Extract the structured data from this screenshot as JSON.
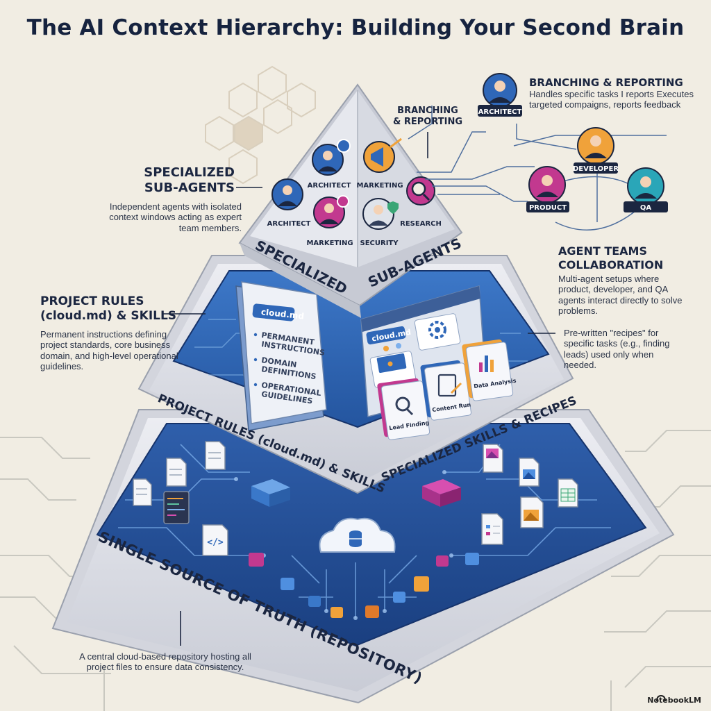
{
  "title": "The AI Context Hierarchy: Building Your Second Brain",
  "callouts": {
    "sub_agents": {
      "heading_line1": "SPECIALIZED",
      "heading_line2": "SUB-AGENTS",
      "desc": "Independent agents with isolated context windows acting as expert team members."
    },
    "branching_left": {
      "line1": "BRANCHING",
      "line2": "& REPORTING"
    },
    "branching_right": {
      "heading": "BRANCHING & REPORTING",
      "desc": "Handles specific tasks I reports Executes targeted compaigns, reports feedback"
    },
    "agent_teams": {
      "heading_line1": "AGENT TEAMS",
      "heading_line2": "COLLABORATION",
      "desc": "Multi-agent setups where product, developer, and QA agents interact directly to solve problems."
    },
    "project_rules": {
      "heading_line1": "PROJECT RULES",
      "heading_line2": "(cloud.md) & SKILLS",
      "desc": "Permanent instructions defining project standards, core business domain, and high-level operational guidelines."
    },
    "recipes": {
      "desc": "Pre-written \"recipes\" for specific tasks (e.g., finding leads) used only when needed."
    },
    "repository": {
      "desc": "A central cloud-based repository hosting all project files to ensure data consistency."
    }
  },
  "tiers": {
    "top_left": "SPECIALIZED",
    "top_right": "SUB-AGENTS",
    "middle_left": "PROJECT RULES (cloud.md) & SKILLS",
    "middle_right": "SPECIALIZED SKILLS & RECIPES",
    "base": "SINGLE SOURCE OF TRUTH (REPOSITORY)"
  },
  "agents": {
    "architect_top": "ARCHITECT",
    "marketing_top": "MARKETING",
    "architect_left": "ARCHITECT",
    "marketing_bottom": "MARKETING",
    "security": "SECURITY",
    "research": "RESEARCH"
  },
  "team": {
    "architect": "ARCHITECT",
    "developer": "DEVELOPER",
    "product": "PRODUCT",
    "qa": "QA"
  },
  "book": {
    "tab": "cloud.md",
    "items": [
      "PERMANENT",
      "INSTRUCTIONS",
      "DOMAIN",
      "DEFINITIONS",
      "OPERATIONAL",
      "GUIDELINES"
    ]
  },
  "panel": {
    "tab": "cloud.md",
    "cards": [
      "Lead Finding",
      "Content Run",
      "Data Analysis"
    ]
  },
  "brand": "NotebookLM",
  "colors": {
    "accent_blue": "#2f67b8",
    "deep_blue": "#1e4f9e",
    "magenta": "#c2398f",
    "orange": "#f0a23a",
    "green": "#3aa676",
    "teal": "#2aa6b8"
  }
}
